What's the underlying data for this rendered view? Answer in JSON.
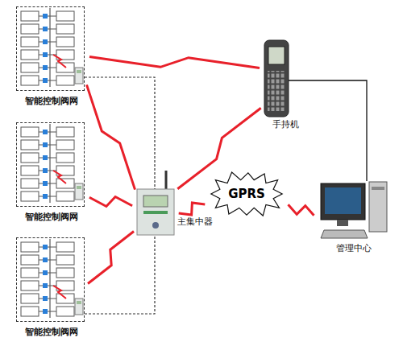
{
  "diagram": {
    "nodes": [
      {
        "text": [
          "智能控制阀网"
        ]
      },
      {
        "text": [
          "智能控制阀网"
        ]
      },
      {
        "text": [
          "智能控制阀网"
        ]
      },
      {
        "text": [
          "手持机"
        ]
      },
      {
        "text": [
          "主集中器"
        ]
      },
      {
        "text": [
          "GPRS"
        ]
      },
      {
        "text": [
          "管理中心"
        ]
      }
    ],
    "edges": [
      {
        "from": 0,
        "to": 3,
        "arrow": "none"
      },
      {
        "from": 4,
        "to": 3,
        "arrow": "none"
      },
      {
        "from": 0,
        "to": 4,
        "arrow": "none"
      },
      {
        "from": 1,
        "to": 4,
        "arrow": "none"
      },
      {
        "from": 2,
        "to": 4,
        "arrow": "none"
      },
      {
        "from": 4,
        "to": 5,
        "arrow": "none"
      },
      {
        "from": 5,
        "to": 6,
        "arrow": "none"
      },
      {
        "from": 3,
        "to": 6,
        "arrow": "none"
      },
      {
        "from": 0,
        "to": 4,
        "arrow": "none"
      },
      {
        "from": 2,
        "to": 4,
        "arrow": "none"
      }
    ]
  }
}
